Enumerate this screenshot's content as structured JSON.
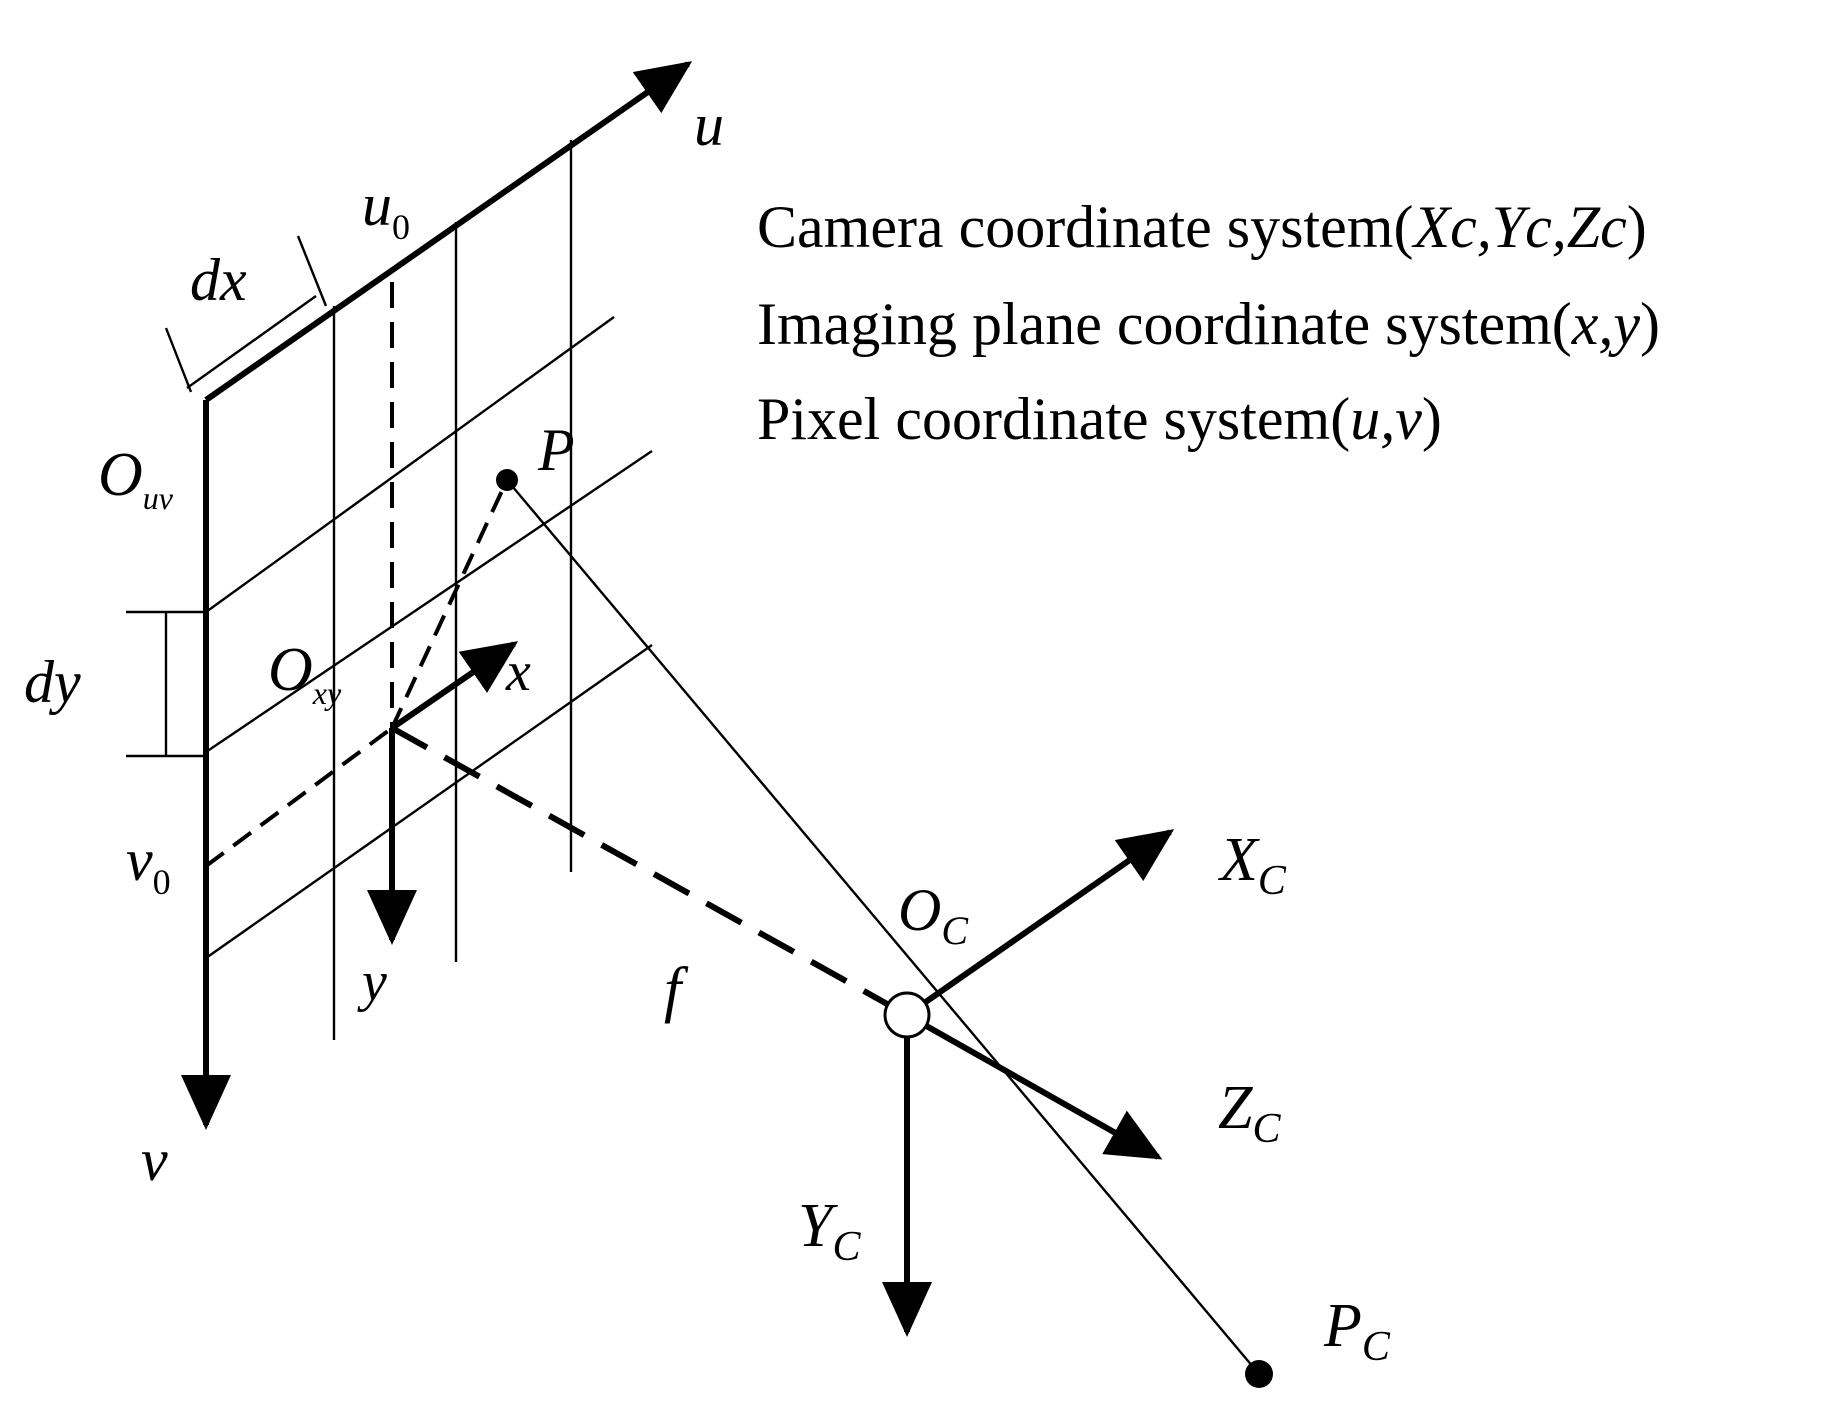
{
  "legend": {
    "camera": {
      "text": "Camera coordinate system(",
      "vars": "Xc,Yc,Zc",
      "close": ")"
    },
    "imaging": {
      "text": "Imaging plane coordinate system(",
      "vars": "x,y",
      "close": ")"
    },
    "pixel": {
      "text": "Pixel coordinate system(",
      "vars": "u,v",
      "close": ")"
    }
  },
  "labels": {
    "u": "u",
    "v": "v",
    "u0_main": "u",
    "u0_sub": "0",
    "v0_main": "v",
    "v0_sub": "0",
    "dx": "dx",
    "dy": "dy",
    "ouv_main": "O",
    "ouv_sub": "uv",
    "oxy_main": "O",
    "oxy_sub": "xy",
    "x": "x",
    "y": "y",
    "p": "P",
    "f": "f",
    "oc_main": "O",
    "oc_sub": "C",
    "xc_main": "X",
    "xc_sub": "C",
    "yc_main": "Y",
    "yc_sub": "C",
    "zc_main": "Z",
    "zc_sub": "C",
    "pc_main": "P",
    "pc_sub": "C"
  },
  "colors": {
    "ink": "#000000",
    "background": "#ffffff"
  }
}
